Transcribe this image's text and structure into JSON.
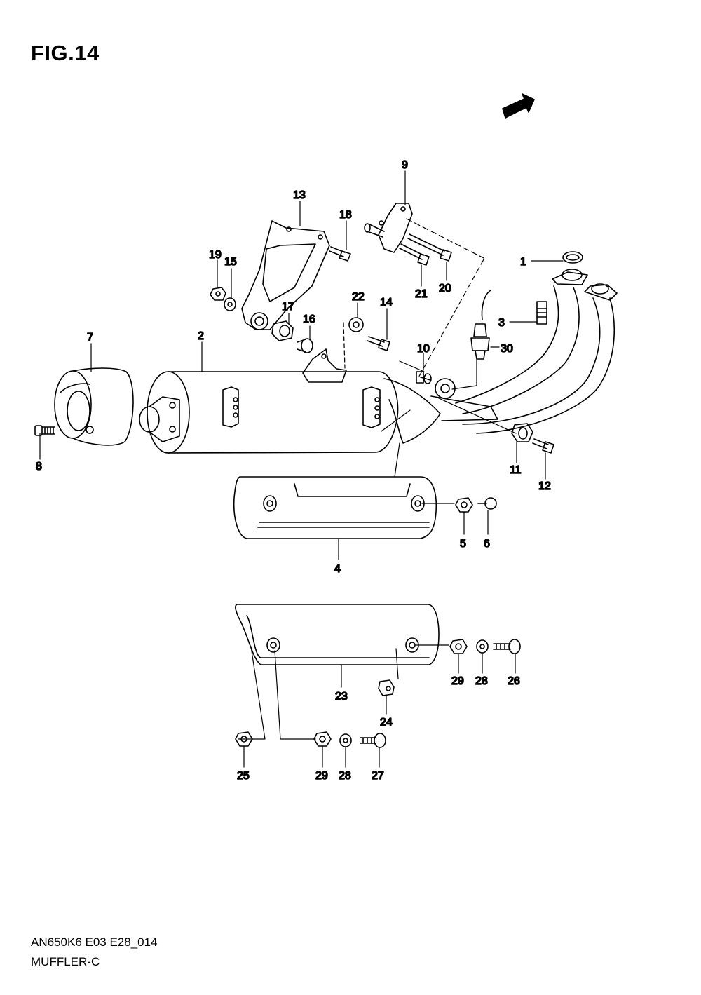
{
  "figure": {
    "title": "FIG.14"
  },
  "footer": {
    "code": "AN650K6 E03 E28_014",
    "name": "MUFFLER-C"
  },
  "fwd_label": "FWD",
  "callouts": {
    "c1": "1",
    "c2": "2",
    "c3": "3",
    "c4": "4",
    "c5": "5",
    "c6": "6",
    "c7": "7",
    "c8": "8",
    "c9": "9",
    "c10": "10",
    "c11": "11",
    "c12": "12",
    "c13": "13",
    "c14": "14",
    "c15": "15",
    "c16": "16",
    "c17": "17",
    "c18": "18",
    "c19": "19",
    "c20": "20",
    "c21": "21",
    "c22": "22",
    "c23": "23",
    "c24": "24",
    "c25": "25",
    "c26": "26",
    "c27": "27",
    "c28a": "28",
    "c28b": "28",
    "c29a": "29",
    "c29b": "29",
    "c30": "30"
  }
}
